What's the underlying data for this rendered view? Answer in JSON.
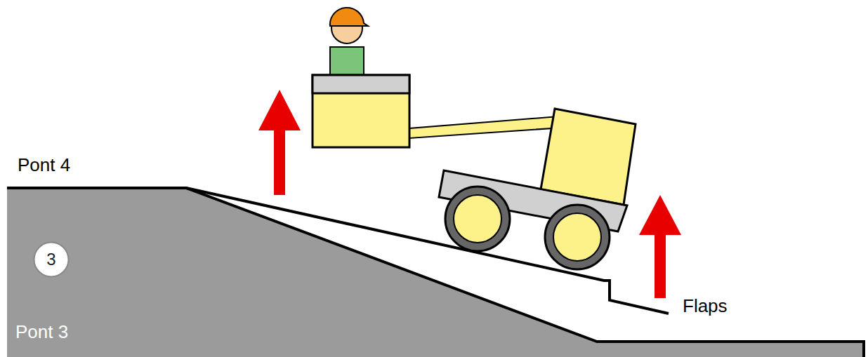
{
  "diagram": {
    "nodes": [
      {
        "text": [
          "3"
        ]
      }
    ],
    "labels": [
      "Pont 4",
      "Pont 3",
      "Flaps"
    ]
  }
}
